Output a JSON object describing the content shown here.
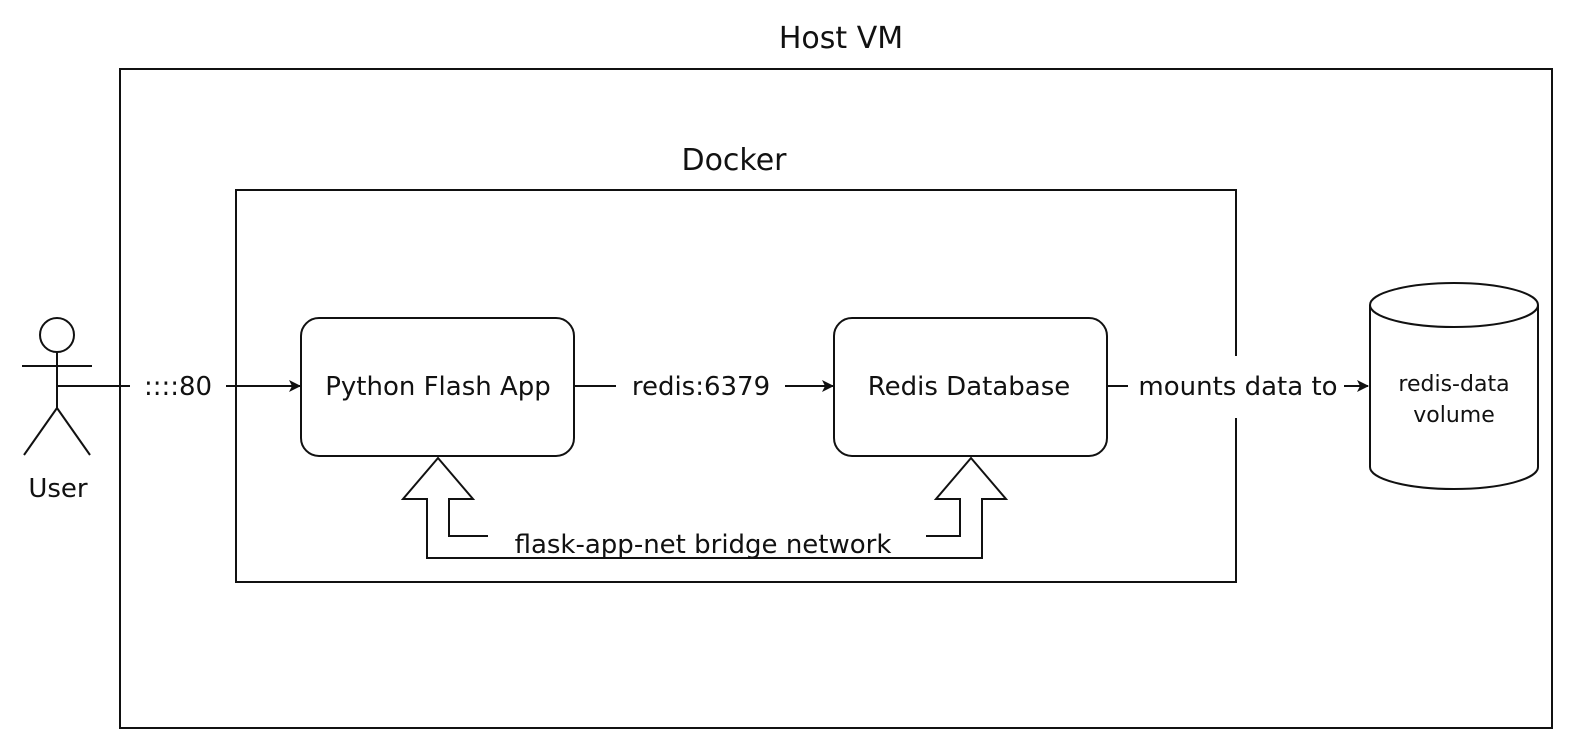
{
  "diagram": {
    "host_vm_label": "Host VM",
    "docker_label": "Docker",
    "user_label": "User",
    "app_label": "Python Flash App",
    "redis_label": "Redis Database",
    "volume_label_line1": "redis-data",
    "volume_label_line2": "volume",
    "port_label": "::::80",
    "redis_conn_label": "redis:6379",
    "mount_label": "mounts data to",
    "network_label": "flask-app-net bridge network"
  },
  "colors": {
    "stroke": "#111111",
    "background": "#ffffff"
  }
}
